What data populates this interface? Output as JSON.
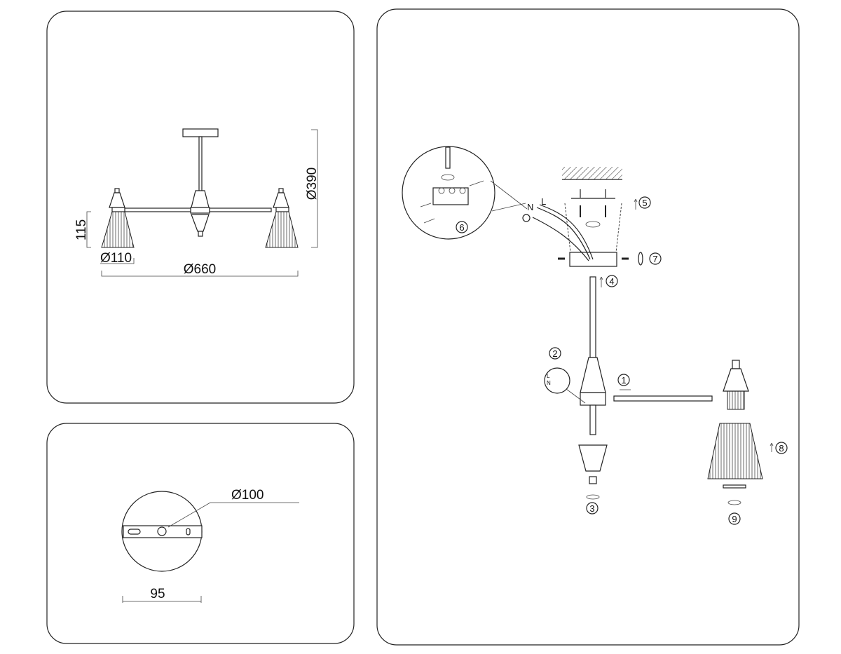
{
  "dimensions_view": {
    "height": "Ø390",
    "shade_height": "115",
    "shade_diameter": "Ø110",
    "total_width": "Ø660"
  },
  "canopy_view": {
    "canopy_diameter": "Ø100",
    "bracket_width": "95"
  },
  "assembly_view": {
    "steps": [
      "1",
      "2",
      "3",
      "4",
      "5",
      "6",
      "7",
      "8",
      "9"
    ],
    "wire_labels": {
      "neutral": "N",
      "live": "L"
    },
    "callout_labels": {
      "live": "L",
      "neutral": "N"
    }
  }
}
